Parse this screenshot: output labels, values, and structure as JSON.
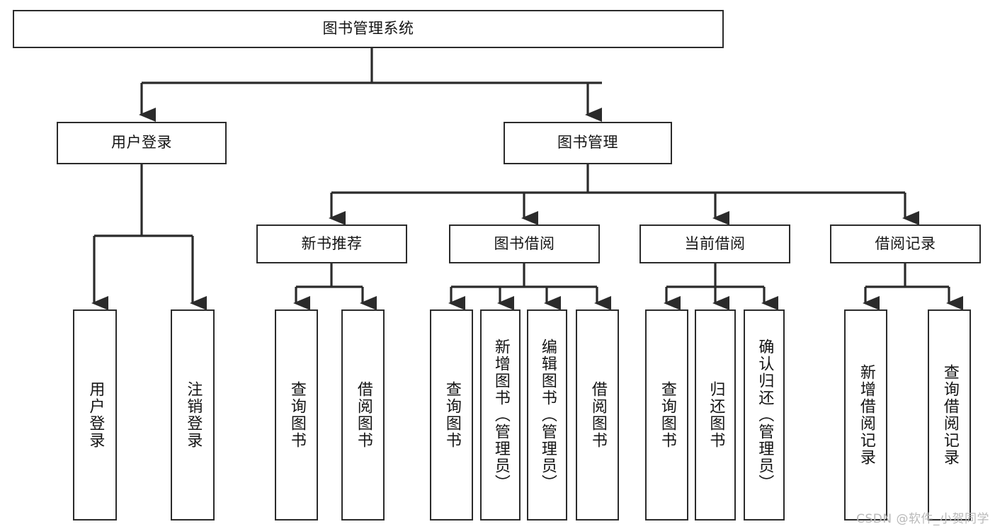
{
  "diagram": {
    "title": "图书管理系统",
    "type": "functional-structure-tree",
    "root": {
      "label": "图书管理系统"
    },
    "level2": [
      {
        "id": "user-login",
        "label": "用户登录"
      },
      {
        "id": "book-manage",
        "label": "图书管理"
      }
    ],
    "level3": [
      {
        "id": "new-book-rec",
        "label": "新书推荐",
        "parent": "book-manage"
      },
      {
        "id": "book-borrow",
        "label": "图书借阅",
        "parent": "book-manage"
      },
      {
        "id": "current-borrow",
        "label": "当前借阅",
        "parent": "book-manage"
      },
      {
        "id": "borrow-record",
        "label": "借阅记录",
        "parent": "book-manage"
      }
    ],
    "leaves": {
      "user-login": [
        {
          "id": "leaf-user-login",
          "label": "用户登录"
        },
        {
          "id": "leaf-logout",
          "label": "注销登录"
        }
      ],
      "new-book-rec": [
        {
          "id": "leaf-query-book-1",
          "label": "查询图书"
        },
        {
          "id": "leaf-borrow-book-1",
          "label": "借阅图书"
        }
      ],
      "book-borrow": [
        {
          "id": "leaf-query-book-2",
          "label": "查询图书"
        },
        {
          "id": "leaf-add-book",
          "label": "新增图书（管理员）"
        },
        {
          "id": "leaf-edit-book",
          "label": "编辑图书（管理员）"
        },
        {
          "id": "leaf-borrow-book-2",
          "label": "借阅图书"
        }
      ],
      "current-borrow": [
        {
          "id": "leaf-query-book-3",
          "label": "查询图书"
        },
        {
          "id": "leaf-return-book",
          "label": "归还图书"
        },
        {
          "id": "leaf-confirm-return",
          "label": "确认归还（管理员）"
        }
      ],
      "borrow-record": [
        {
          "id": "leaf-add-record",
          "label": "新增借阅记录"
        },
        {
          "id": "leaf-query-record",
          "label": "查询借阅记录"
        }
      ]
    }
  },
  "watermark": {
    "text": "CSDN @软件_小贺同学"
  },
  "colors": {
    "border": "#2b2b2b",
    "background": "#ffffff",
    "text": "#141414",
    "watermark": "#b9b9b9"
  }
}
